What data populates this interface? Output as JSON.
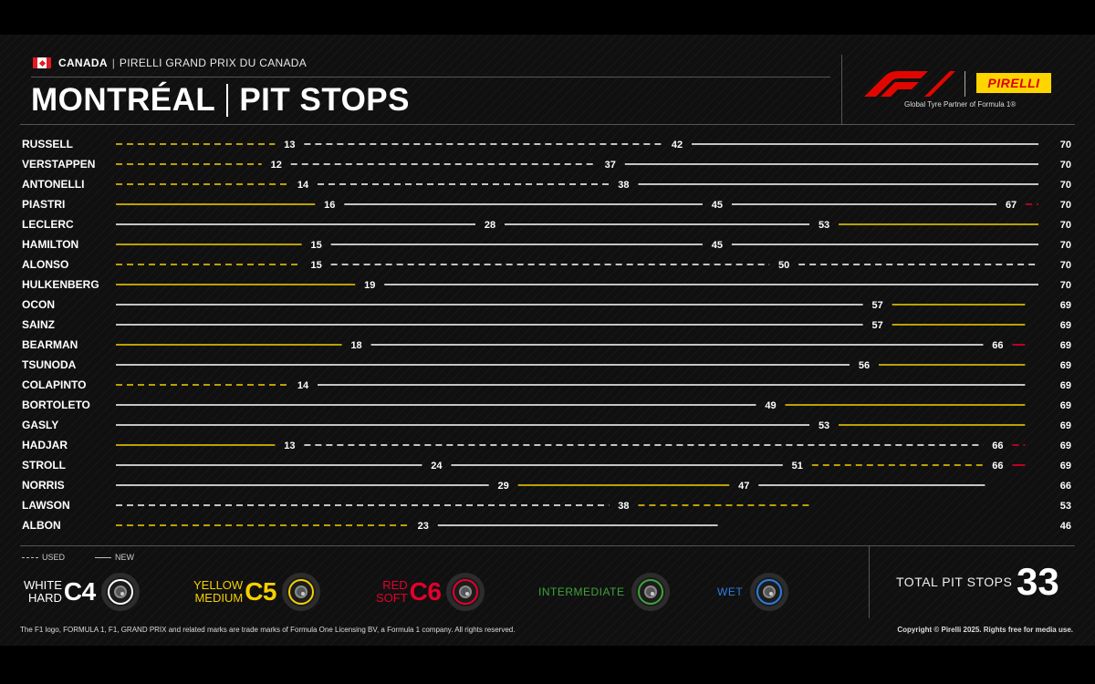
{
  "header": {
    "country": "CANADA",
    "separator": "|",
    "grand_prix": "PIRELLI GRAND PRIX DU CANADA",
    "title_left": "MONTRÉAL",
    "title_right": "PIT STOPS",
    "pirelli_label": "PIRELLI",
    "partner_text": "Global Tyre Partner of Formula 1®"
  },
  "legend": {
    "used_label": "USED",
    "new_label": "NEW",
    "compounds": [
      {
        "line1": "WHITE",
        "line2": "HARD",
        "code": "C4",
        "color": "#ffffff"
      },
      {
        "line1": "YELLOW",
        "line2": "MEDIUM",
        "code": "C5",
        "color": "#f5d000"
      },
      {
        "line1": "RED",
        "line2": "SOFT",
        "code": "C6",
        "color": "#e4002b"
      },
      {
        "line1": "INTERMEDIATE",
        "color": "#3fa33c"
      },
      {
        "line1": "WET",
        "color": "#2a7de1"
      }
    ]
  },
  "totals": {
    "label": "TOTAL PIT STOPS",
    "value": "33"
  },
  "footer": {
    "left": "The F1 logo, FORMULA 1, F1, GRAND PRIX and related marks are trade marks of Formula One Licensing BV, a Formula 1 company. All rights reserved.",
    "right": "Copyright © Pirelli 2025. Rights free for media use."
  },
  "colors": {
    "hard": "#ffffff",
    "medium": "#f5d000",
    "soft": "#e4002b"
  },
  "chart_data": {
    "type": "bar",
    "x_range": [
      0,
      70
    ],
    "drivers": [
      {
        "name": "RUSSELL",
        "final": "70",
        "stints": [
          {
            "start": 0,
            "end": 13,
            "compound": "medium",
            "used": true
          },
          {
            "start": 13,
            "end": 42,
            "compound": "hard",
            "used": true
          },
          {
            "start": 42,
            "end": 70,
            "compound": "hard",
            "used": false
          }
        ],
        "labels": [
          "13",
          "42"
        ]
      },
      {
        "name": "VERSTAPPEN",
        "final": "70",
        "stints": [
          {
            "start": 0,
            "end": 12,
            "compound": "medium",
            "used": true
          },
          {
            "start": 12,
            "end": 37,
            "compound": "hard",
            "used": true
          },
          {
            "start": 37,
            "end": 70,
            "compound": "hard",
            "used": false
          }
        ],
        "labels": [
          "12",
          "37"
        ]
      },
      {
        "name": "ANTONELLI",
        "final": "70",
        "stints": [
          {
            "start": 0,
            "end": 14,
            "compound": "medium",
            "used": true
          },
          {
            "start": 14,
            "end": 38,
            "compound": "hard",
            "used": true
          },
          {
            "start": 38,
            "end": 70,
            "compound": "hard",
            "used": false
          }
        ],
        "labels": [
          "14",
          "38"
        ]
      },
      {
        "name": "PIASTRI",
        "final": "70",
        "stints": [
          {
            "start": 0,
            "end": 16,
            "compound": "medium",
            "used": false
          },
          {
            "start": 16,
            "end": 45,
            "compound": "hard",
            "used": false
          },
          {
            "start": 45,
            "end": 67,
            "compound": "hard",
            "used": false
          },
          {
            "start": 67,
            "end": 70,
            "compound": "soft",
            "used": true
          }
        ],
        "labels": [
          "16",
          "45",
          "67"
        ]
      },
      {
        "name": "LECLERC",
        "final": "70",
        "stints": [
          {
            "start": 0,
            "end": 28,
            "compound": "hard",
            "used": false
          },
          {
            "start": 28,
            "end": 53,
            "compound": "hard",
            "used": false
          },
          {
            "start": 53,
            "end": 70,
            "compound": "medium",
            "used": false
          }
        ],
        "labels": [
          "28",
          "53"
        ]
      },
      {
        "name": "HAMILTON",
        "final": "70",
        "stints": [
          {
            "start": 0,
            "end": 15,
            "compound": "medium",
            "used": false
          },
          {
            "start": 15,
            "end": 45,
            "compound": "hard",
            "used": false
          },
          {
            "start": 45,
            "end": 70,
            "compound": "hard",
            "used": false
          }
        ],
        "labels": [
          "15",
          "45"
        ]
      },
      {
        "name": "ALONSO",
        "final": "70",
        "stints": [
          {
            "start": 0,
            "end": 15,
            "compound": "medium",
            "used": true
          },
          {
            "start": 15,
            "end": 50,
            "compound": "hard",
            "used": true
          },
          {
            "start": 50,
            "end": 70,
            "compound": "hard",
            "used": true
          }
        ],
        "labels": [
          "15",
          "50"
        ]
      },
      {
        "name": "HULKENBERG",
        "final": "70",
        "stints": [
          {
            "start": 0,
            "end": 19,
            "compound": "medium",
            "used": false
          },
          {
            "start": 19,
            "end": 70,
            "compound": "hard",
            "used": false
          }
        ],
        "labels": [
          "19"
        ]
      },
      {
        "name": "OCON",
        "final": "69",
        "stints": [
          {
            "start": 0,
            "end": 57,
            "compound": "hard",
            "used": false
          },
          {
            "start": 57,
            "end": 69,
            "compound": "medium",
            "used": false
          }
        ],
        "labels": [
          "57"
        ]
      },
      {
        "name": "SAINZ",
        "final": "69",
        "stints": [
          {
            "start": 0,
            "end": 57,
            "compound": "hard",
            "used": false
          },
          {
            "start": 57,
            "end": 69,
            "compound": "medium",
            "used": false
          }
        ],
        "labels": [
          "57"
        ]
      },
      {
        "name": "BEARMAN",
        "final": "69",
        "stints": [
          {
            "start": 0,
            "end": 18,
            "compound": "medium",
            "used": false
          },
          {
            "start": 18,
            "end": 66,
            "compound": "hard",
            "used": false
          },
          {
            "start": 66,
            "end": 69,
            "compound": "soft",
            "used": false
          }
        ],
        "labels": [
          "18",
          "66"
        ]
      },
      {
        "name": "TSUNODA",
        "final": "69",
        "stints": [
          {
            "start": 0,
            "end": 56,
            "compound": "hard",
            "used": false
          },
          {
            "start": 56,
            "end": 69,
            "compound": "medium",
            "used": false
          }
        ],
        "labels": [
          "56"
        ]
      },
      {
        "name": "COLAPINTO",
        "final": "69",
        "stints": [
          {
            "start": 0,
            "end": 14,
            "compound": "medium",
            "used": true
          },
          {
            "start": 14,
            "end": 69,
            "compound": "hard",
            "used": false
          }
        ],
        "labels": [
          "14"
        ]
      },
      {
        "name": "BORTOLETO",
        "final": "69",
        "stints": [
          {
            "start": 0,
            "end": 49,
            "compound": "hard",
            "used": false
          },
          {
            "start": 49,
            "end": 69,
            "compound": "medium",
            "used": false
          }
        ],
        "labels": [
          "49"
        ]
      },
      {
        "name": "GASLY",
        "final": "69",
        "stints": [
          {
            "start": 0,
            "end": 53,
            "compound": "hard",
            "used": false
          },
          {
            "start": 53,
            "end": 69,
            "compound": "medium",
            "used": false
          }
        ],
        "labels": [
          "53"
        ]
      },
      {
        "name": "HADJAR",
        "final": "69",
        "stints": [
          {
            "start": 0,
            "end": 13,
            "compound": "medium",
            "used": false
          },
          {
            "start": 13,
            "end": 66,
            "compound": "hard",
            "used": true
          },
          {
            "start": 66,
            "end": 69,
            "compound": "soft",
            "used": true
          }
        ],
        "labels": [
          "13",
          "66"
        ]
      },
      {
        "name": "STROLL",
        "final": "69",
        "stints": [
          {
            "start": 0,
            "end": 24,
            "compound": "hard",
            "used": false
          },
          {
            "start": 24,
            "end": 51,
            "compound": "hard",
            "used": false
          },
          {
            "start": 51,
            "end": 66,
            "compound": "medium",
            "used": true
          },
          {
            "start": 66,
            "end": 69,
            "compound": "soft",
            "used": false
          }
        ],
        "labels": [
          "24",
          "51",
          "66"
        ]
      },
      {
        "name": "NORRIS",
        "final": "66",
        "stints": [
          {
            "start": 0,
            "end": 29,
            "compound": "hard",
            "used": false
          },
          {
            "start": 29,
            "end": 47,
            "compound": "medium",
            "used": false
          },
          {
            "start": 47,
            "end": 66,
            "compound": "hard",
            "used": false
          }
        ],
        "labels": [
          "29",
          "47"
        ]
      },
      {
        "name": "LAWSON",
        "final": "53",
        "stints": [
          {
            "start": 0,
            "end": 38,
            "compound": "hard",
            "used": true
          },
          {
            "start": 38,
            "end": 53,
            "compound": "medium",
            "used": true
          }
        ],
        "labels": [
          "38"
        ]
      },
      {
        "name": "ALBON",
        "final": "46",
        "stints": [
          {
            "start": 0,
            "end": 23,
            "compound": "medium",
            "used": true
          },
          {
            "start": 23,
            "end": 46,
            "compound": "hard",
            "used": false
          }
        ],
        "labels": [
          "23"
        ]
      }
    ]
  }
}
